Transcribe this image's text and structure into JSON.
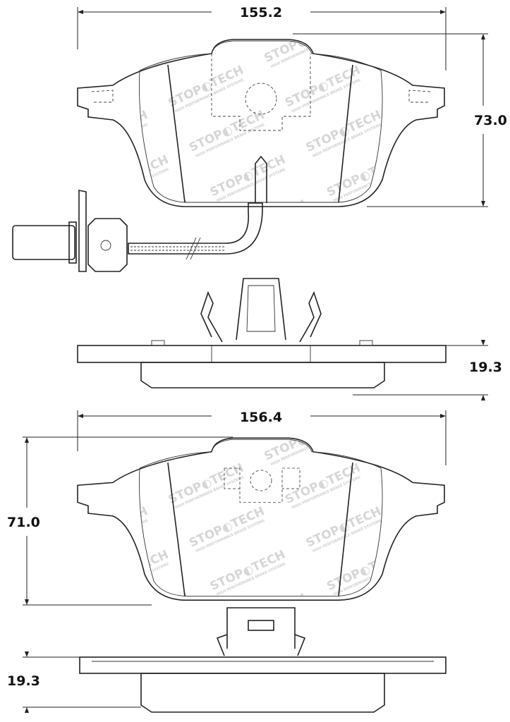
{
  "dimensions": {
    "top_pad_width": "155.2",
    "top_pad_height": "73.0",
    "top_pad_thickness": "19.3",
    "bottom_pad_width": "156.4",
    "bottom_pad_height": "71.0",
    "bottom_pad_thickness": "19.3"
  },
  "watermark": {
    "brand": "STOP◐TECH",
    "tagline": "HIGH PERFORMANCE BRAKE SYSTEMS"
  },
  "colors": {
    "line": "#222222",
    "watermark": "#d6d6d6"
  }
}
